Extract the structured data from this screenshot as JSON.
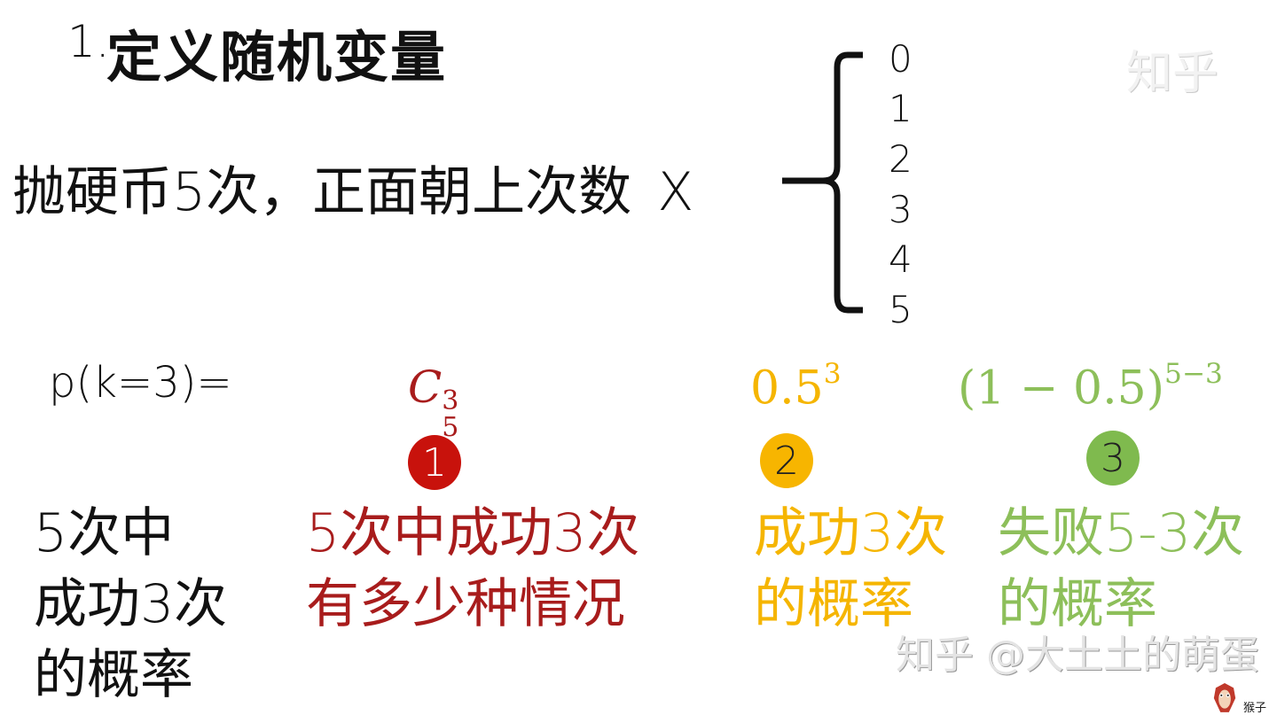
{
  "title": {
    "number": "1.",
    "text": "定义随机变量"
  },
  "statement": {
    "text": "抛硬币5次，正面朝上次数",
    "variable": "X"
  },
  "values": [
    "0",
    "1",
    "2",
    "3",
    "4",
    "5"
  ],
  "formula_label": "p(k=3)=",
  "terms": [
    {
      "base": "C",
      "sub": "5",
      "sup": "3",
      "badge": "1",
      "lines": [
        "5次中成功3次",
        "有多少种情况"
      ],
      "color": "#a81c1c",
      "badge_color": "#c8120c"
    },
    {
      "base": "0.5",
      "sup": "3",
      "badge": "2",
      "lines": [
        "成功3次",
        "的概率"
      ],
      "color": "#f5b500",
      "badge_color": "#f7b500"
    },
    {
      "base": "(1 − 0.5)",
      "sup": "5−3",
      "badge": "3",
      "lines": [
        "失败5-3次",
        "的概率"
      ],
      "color": "#8dbf5a",
      "badge_color": "#7fba4e"
    }
  ],
  "left_caption": [
    "5次中",
    "成功3次",
    "的概率"
  ],
  "watermark": {
    "main": "知乎 @大土土的萌蛋",
    "corner": "知乎",
    "avatar_caption": "猴子"
  }
}
